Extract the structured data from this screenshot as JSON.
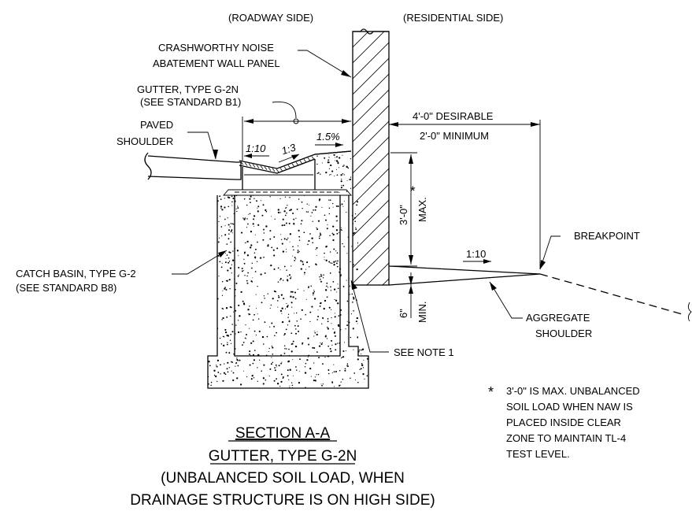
{
  "labels": {
    "roadway_side": "(ROADWAY SIDE)",
    "residential_side": "(RESIDENTIAL SIDE)",
    "wall_panel_1": "CRASHWORTHY NOISE",
    "wall_panel_2": "ABATEMENT WALL PANEL",
    "gutter_1": "GUTTER, TYPE G-2N",
    "gutter_2": "(SEE STANDARD B1)",
    "paved_1": "PAVED",
    "paved_2": "SHOULDER",
    "slope_1_10_a": "1:10",
    "slope_1_3": "1:3",
    "slope_1_5pct": "1.5%",
    "desirable": "4'-0\" DESIRABLE",
    "minimum": "2'-0\" MINIMUM",
    "height_dim": "3'-0\"",
    "height_star": "*",
    "max": "MAX.",
    "breakpoint": "BREAKPOINT",
    "slope_1_10_b": "1:10",
    "catch_basin_1": "CATCH BASIN, TYPE G-2",
    "catch_basin_2": "(SEE STANDARD B8)",
    "six_in": "6\"",
    "min": "MIN.",
    "aggregate_1": "AGGREGATE",
    "aggregate_2": "SHOULDER",
    "see_note": "SEE NOTE 1"
  },
  "footnote": {
    "star": "*",
    "lines": [
      "3'-0\" IS MAX. UNBALANCED",
      "SOIL LOAD WHEN NAW IS",
      "PLACED INSIDE CLEAR",
      "ZONE TO MAINTAIN TL-4",
      "TEST LEVEL."
    ]
  },
  "title": {
    "line1": "SECTION A-A",
    "line2": "GUTTER, TYPE G-2N",
    "line3": "(UNBALANCED SOIL LOAD, WHEN",
    "line4": "DRAINAGE STRUCTURE IS ON HIGH SIDE)"
  }
}
